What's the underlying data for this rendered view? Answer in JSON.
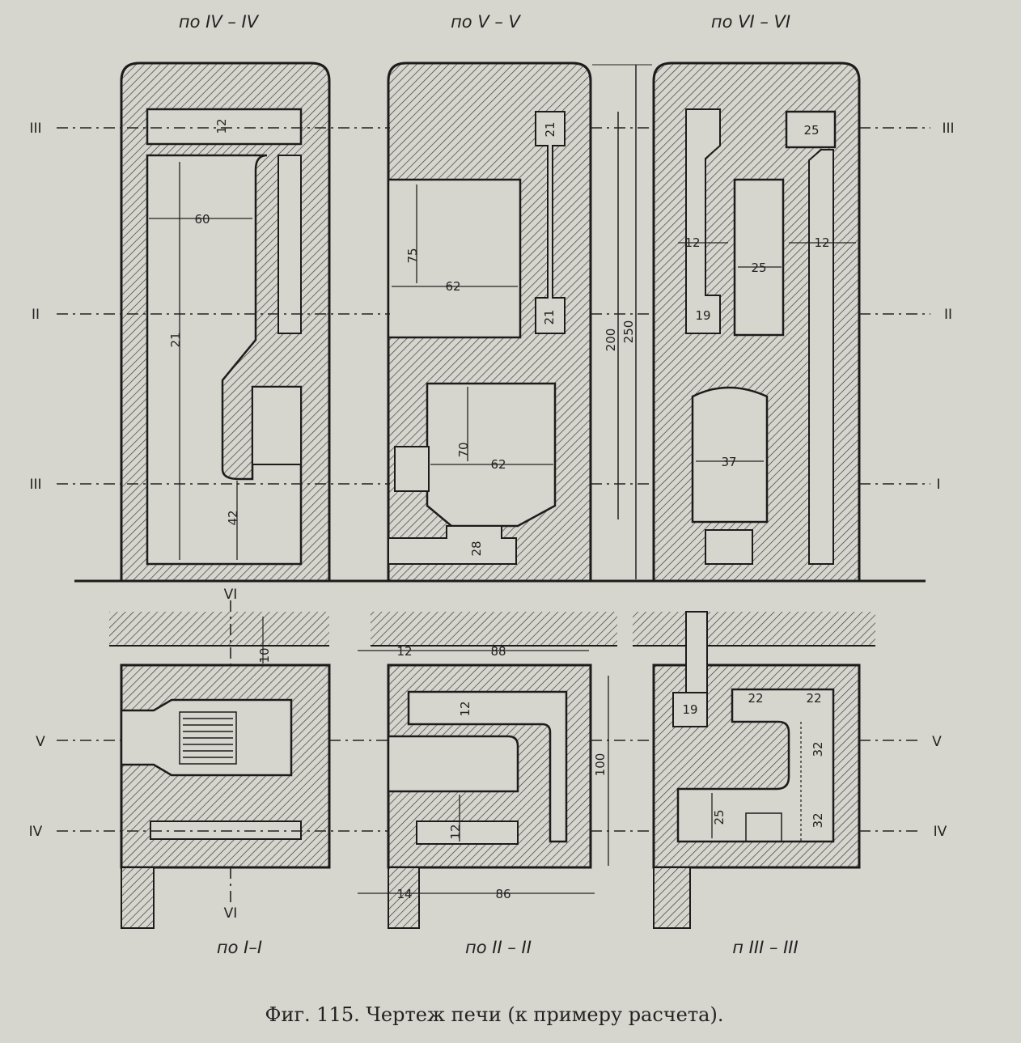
{
  "section_titles": {
    "top": [
      "по IV – IV",
      "по V – V",
      "по VI – VI"
    ],
    "bottom": [
      "по I–I",
      "по II – II",
      "п III – III"
    ]
  },
  "cut_labels": {
    "top_left": [
      "III",
      "II",
      "III"
    ],
    "top_right": [
      "III",
      "II",
      "I"
    ],
    "bottom_left": [
      "V",
      "IV"
    ],
    "bottom_right": [
      "V",
      "IV"
    ],
    "vertical": [
      "VI",
      "VI"
    ]
  },
  "dimensions": {
    "sec_iv": [
      "60",
      "21",
      "42",
      "12"
    ],
    "sec_v": [
      "21",
      "75",
      "62",
      "21",
      "70",
      "62",
      "28"
    ],
    "height": [
      "200",
      "250"
    ],
    "sec_vi": [
      "25",
      "12",
      "25",
      "12",
      "19",
      "37"
    ],
    "sec_1": [
      "10"
    ],
    "sec_2": [
      "12",
      "88",
      "12",
      "100",
      "12",
      "14",
      "86"
    ],
    "sec_3": [
      "19",
      "22",
      "22",
      "32",
      "25",
      "32"
    ]
  },
  "caption": "Фиг. 115. Чертеж печи (к примеру расчета)."
}
